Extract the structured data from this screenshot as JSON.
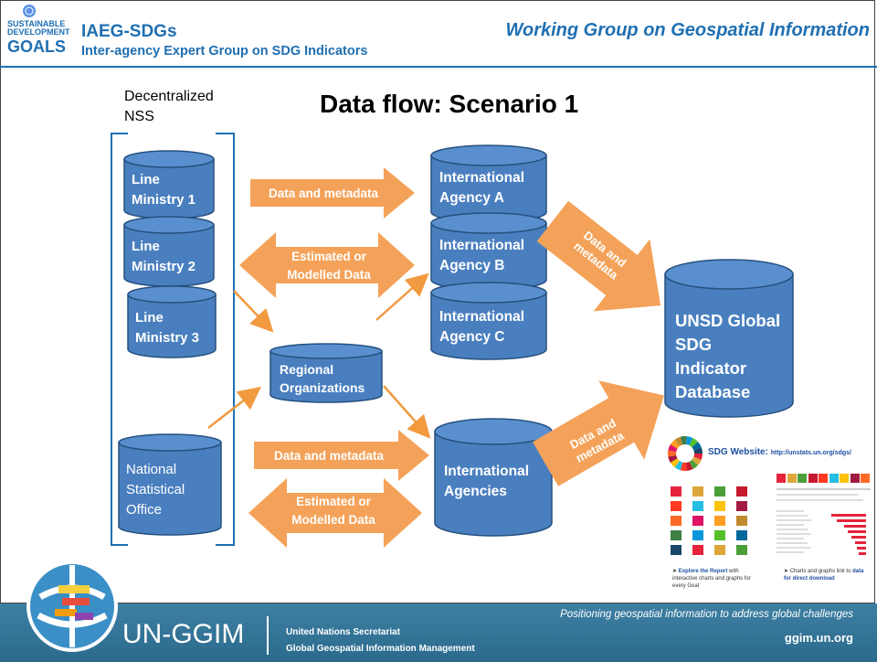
{
  "header": {
    "logo_line1": "SUSTAINABLE",
    "logo_line2": "DEVELOPMENT",
    "logo_line3": "GOALS",
    "org_title": "IAEG-SDGs",
    "org_subtitle": "Inter-agency Expert Group on SDG Indicators",
    "working_group": "Working Group on Geospatial Information"
  },
  "slide_title": "Data flow: Scenario 1",
  "nss_label": "Decentralized\nNSS",
  "nodes": {
    "line_ministry_1": "Line Ministry 1",
    "line_ministry_2": "Line Ministry 2",
    "line_ministry_3": "Line Ministry 3",
    "national_statistical_office": "National Statistical Office",
    "regional_organizations": "Regional Organizations",
    "international_agency_a": "International Agency A",
    "international_agency_b": "International Agency B",
    "international_agency_c": "International Agency C",
    "international_agencies": "International Agencies",
    "unsd_global_database": "UNSD Global SDG Indicator Database"
  },
  "arrows": {
    "top_data": "Data and metadata",
    "top_estimated": "Estimated or Modelled Data",
    "bottom_data": "Data and metadata",
    "bottom_estimated": "Estimated or Modelled Data",
    "diag_upper": "Data and metadata",
    "diag_lower": "Data and metadata"
  },
  "sdg_panel": {
    "title": "SDG Website: ",
    "url": "http://unstats.un.org/sdgs/",
    "note_left_bold": "Explore the Report",
    "note_left_rest": " with interactive charts and graphs for every Goal",
    "note_right_rest": "Charts and graphs link to ",
    "note_right_bold": "data for direct download",
    "goal_colors": [
      "#e5243b",
      "#dda63a",
      "#4c9f38",
      "#c5192d",
      "#ff3a21",
      "#26bde2",
      "#fcc30b",
      "#a21942",
      "#fd6925",
      "#dd1367",
      "#fd9d24",
      "#bf8b2e",
      "#3f7e44",
      "#0a97d9",
      "#56c02b",
      "#00689d",
      "#19486a"
    ]
  },
  "footer": {
    "brand": "UN-GGIM",
    "org_line1": "United Nations Secretariat",
    "org_line2": "Global Geospatial Information Management",
    "tagline": "Positioning geospatial information to address global challenges",
    "url": "ggim.un.org"
  },
  "colors": {
    "cylinder": "#4a7fbf",
    "cylinder_top": "#5a8fcf",
    "cylinder_stroke": "#25507f",
    "arrow": "#f4a259",
    "header_blue": "#1f6fb2"
  }
}
